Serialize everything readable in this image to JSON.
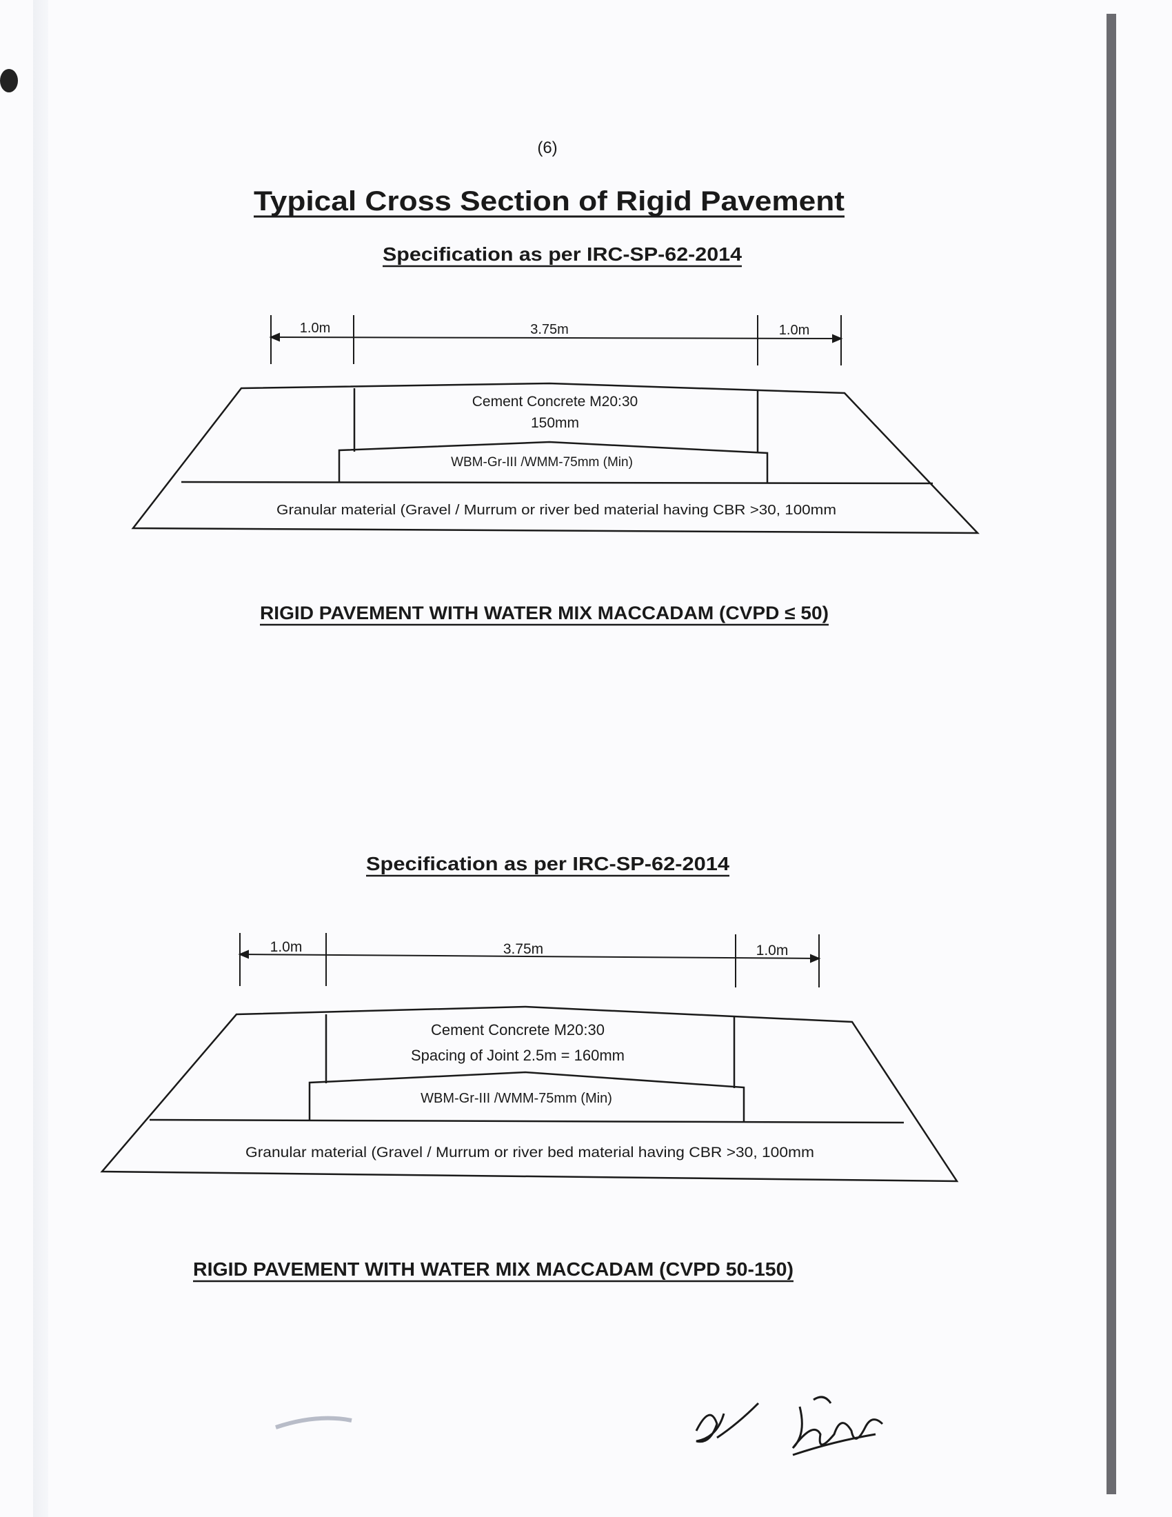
{
  "page_number": "(6)",
  "title": "Typical Cross Section of Rigid Pavement",
  "sections": [
    {
      "spec": "Specification as per IRC-SP-62-2014",
      "dims": [
        "1.0m",
        "3.75m",
        "1.0m"
      ],
      "layers": {
        "concrete": "Cement Concrete M20:30",
        "concrete_detail": "150mm",
        "base": "WBM-Gr-III /WMM-75mm (Min)",
        "subbase": "Granular material (Gravel / Murrum or river bed material having  CBR >30, 100mm"
      },
      "caption": "RIGID  PAVEMENT WITH WATER MIX MACCADAM (CVPD ≤ 50)"
    },
    {
      "spec": "Specification as per IRC-SP-62-2014",
      "dims": [
        "1.0m",
        "3.75m",
        "1.0m"
      ],
      "layers": {
        "concrete": "Cement Concrete M20:30",
        "concrete_detail": "Spacing of Joint 2.5m = 160mm",
        "base": "WBM-Gr-III /WMM-75mm (Min)",
        "subbase": "Granular material (Gravel / Murrum or river bed material having  CBR >30, 100mm"
      },
      "caption": "RIGID  PAVEMENT WITH WATER MIX MACCADAM (CVPD 50-150)"
    }
  ]
}
